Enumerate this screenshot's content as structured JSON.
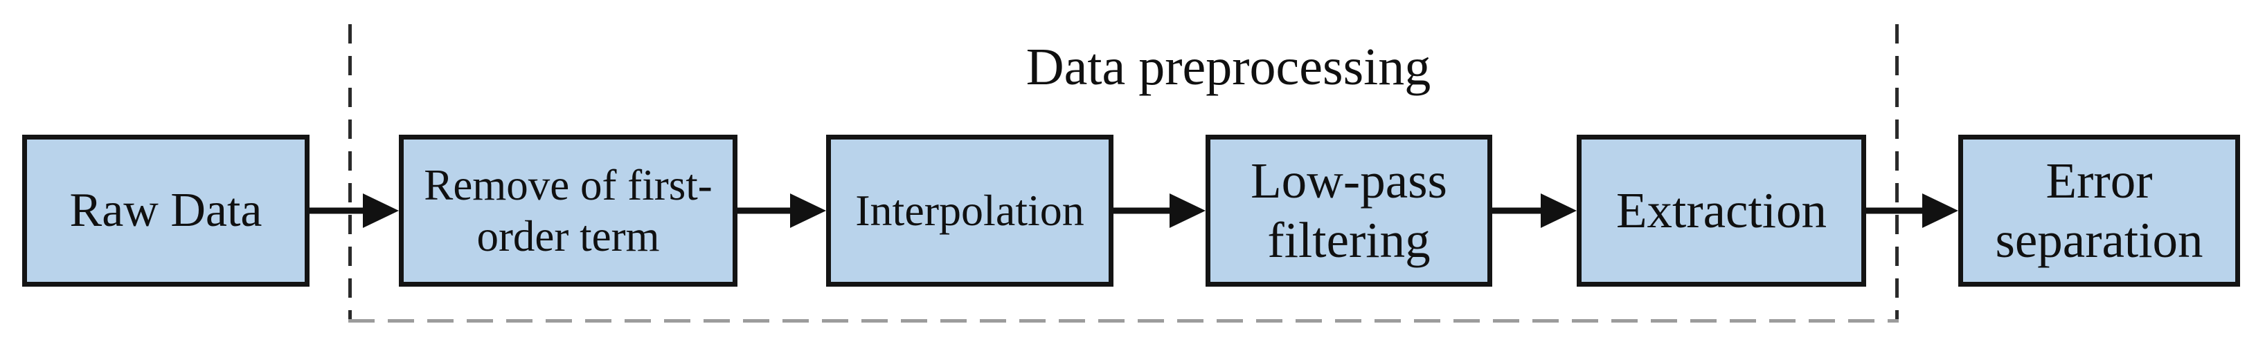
{
  "diagram": {
    "title": "Data preprocessing",
    "nodes": [
      {
        "id": "raw-data",
        "label": "Raw Data"
      },
      {
        "id": "remove-first-order",
        "label": "Remove of first-order term"
      },
      {
        "id": "interpolation",
        "label": "Interpolation"
      },
      {
        "id": "low-pass-filtering",
        "label": "Low-pass filtering"
      },
      {
        "id": "extraction",
        "label": "Extraction"
      },
      {
        "id": "error-separation",
        "label": "Error separation"
      }
    ],
    "edges": [
      {
        "from": "raw-data",
        "to": "remove-first-order"
      },
      {
        "from": "remove-first-order",
        "to": "interpolation"
      },
      {
        "from": "interpolation",
        "to": "low-pass-filtering"
      },
      {
        "from": "low-pass-filtering",
        "to": "extraction"
      },
      {
        "from": "extraction",
        "to": "error-separation"
      }
    ],
    "group": {
      "label": "Data preprocessing",
      "members": [
        "remove-first-order",
        "interpolation",
        "low-pass-filtering",
        "extraction"
      ],
      "border_style": "dashed"
    },
    "colors": {
      "node_fill": "#b9d3eb",
      "node_border": "#141414",
      "arrow": "#111111",
      "boundary_dash_vertical": "#2a2a2a",
      "boundary_dash_bottom": "#9c9c9c",
      "text": "#101010",
      "background": "#ffffff"
    }
  }
}
